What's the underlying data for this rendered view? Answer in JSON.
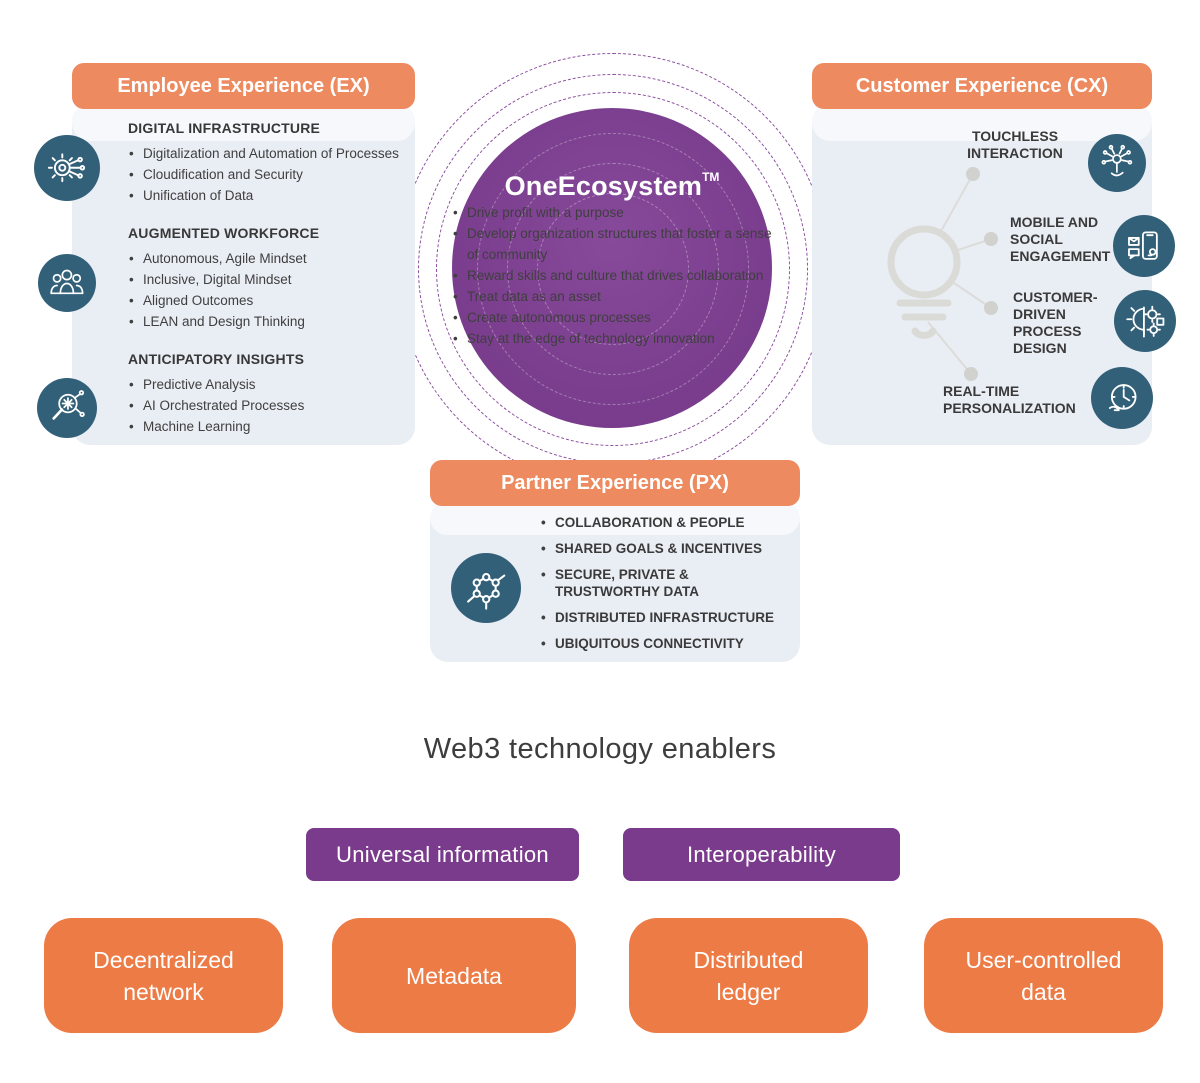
{
  "colors": {
    "header_orange": "#ED8A5F",
    "button_orange": "#ED7B46",
    "purple": "#7A3B8C",
    "panel_bg": "#E9EDF4",
    "icon_teal": "#336079",
    "ring_purple": "#8B4C9E",
    "text_dark": "#3A3A3A"
  },
  "panels": {
    "ex": {
      "title": "Employee Experience (EX)",
      "sections": [
        {
          "heading": "DIGITAL  INFRASTRUCTURE",
          "icon": "gear-circuit-icon",
          "bullets": [
            "Digitalization and Automation of Processes",
            "Cloudification and Security",
            "Unification of Data"
          ]
        },
        {
          "heading": "AUGMENTED WORKFORCE",
          "icon": "team-icon",
          "bullets": [
            "Autonomous, Agile Mindset",
            "Inclusive, Digital Mindset",
            "Aligned Outcomes",
            "LEAN and Design Thinking"
          ]
        },
        {
          "heading": "ANTICIPATORY INSIGHTS",
          "icon": "insight-search-icon",
          "bullets": [
            "Predictive Analysis",
            "AI Orchestrated Processes",
            "Machine Learning"
          ]
        }
      ]
    },
    "cx": {
      "title": "Customer Experience (CX)",
      "items": [
        {
          "label": "TOUCHLESS\nINTERACTION",
          "icon": "touch-network-icon"
        },
        {
          "label": "MOBILE AND\nSOCIAL\nENGAGEMENT",
          "icon": "mobile-social-icon"
        },
        {
          "label": "CUSTOMER-\nDRIVEN\nPROCESS\nDESIGN",
          "icon": "process-design-icon"
        },
        {
          "label": "REAL-TIME\nPERSONALIZATION",
          "icon": "realtime-clock-icon"
        }
      ]
    },
    "px": {
      "title": "Partner Experience (PX)",
      "icon": "molecule-icon",
      "bullets": [
        "COLLABORATION  & PEOPLE",
        "SHARED GOALS & INCENTIVES",
        "SECURE, PRIVATE & TRUSTWORTHY DATA",
        "DISTRIBUTED INFRASTRUCTURE",
        "UBIQUITOUS CONNECTIVITY"
      ]
    }
  },
  "center": {
    "title": "OneEcosystem",
    "tm": "TM",
    "bullets": [
      "Drive profit with a purpose",
      "Develop organization structures that foster a sense of community",
      "Reward skills and culture that drives collaboration",
      "Treat data as an asset",
      "Create autonomous processes",
      "Stay at the edge of technology innovation"
    ]
  },
  "web3": {
    "title": "Web3 technology enablers",
    "purple_buttons": [
      "Universal information",
      "Interoperability"
    ],
    "orange_buttons": [
      "Decentralized\nnetwork",
      "Metadata",
      "Distributed\nledger",
      "User-controlled\ndata"
    ]
  }
}
